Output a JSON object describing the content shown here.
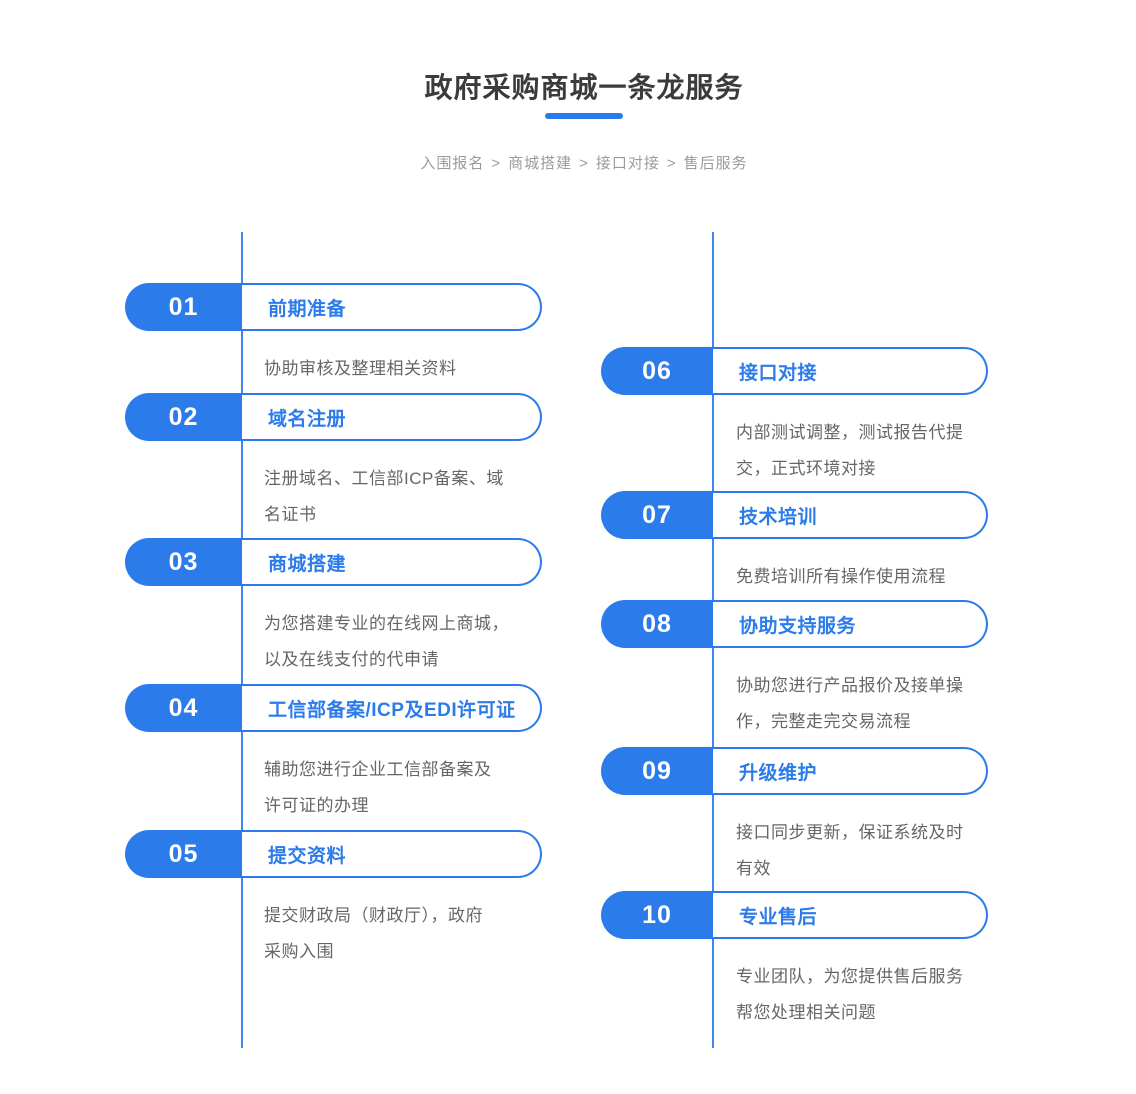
{
  "header": {
    "title": "政府采购商城一条龙服务",
    "breadcrumb_items": [
      "入围报名",
      "商城搭建",
      "接口对接",
      "售后服务"
    ],
    "breadcrumb_separator": ">"
  },
  "colors": {
    "primary_blue": "#2b7cea",
    "timeline_blue": "#3f87f0",
    "title_text": "#3b3b3b",
    "description_text": "#666666",
    "breadcrumb_text": "#9b9b9b",
    "step_number_text": "#ffffff"
  },
  "steps": [
    {
      "number": "01",
      "title": "前期准备",
      "description": "协助审核及整理相关资料",
      "column": "left"
    },
    {
      "number": "02",
      "title": "域名注册",
      "description": "注册域名、工信部ICP备案、域\n名证书",
      "column": "left"
    },
    {
      "number": "03",
      "title": "商城搭建",
      "description": "为您搭建专业的在线网上商城，\n以及在线支付的代申请",
      "column": "left"
    },
    {
      "number": "04",
      "title": "工信部备案/ICP及EDI许可证",
      "description": "辅助您进行企业工信部备案及\n许可证的办理",
      "column": "left"
    },
    {
      "number": "05",
      "title": "提交资料",
      "description": "提交财政局（财政厅），政府\n采购入围",
      "column": "left"
    },
    {
      "number": "06",
      "title": "接口对接",
      "description": "内部测试调整，测试报告代提\n交，正式环境对接",
      "column": "right"
    },
    {
      "number": "07",
      "title": "技术培训",
      "description": "免费培训所有操作使用流程",
      "column": "right"
    },
    {
      "number": "08",
      "title": "协助支持服务",
      "description": "协助您进行产品报价及接单操\n作，完整走完交易流程",
      "column": "right"
    },
    {
      "number": "09",
      "title": "升级维护",
      "description": "接口同步更新，保证系统及时\n有效",
      "column": "right"
    },
    {
      "number": "10",
      "title": "专业售后",
      "description": "专业团队，为您提供售后服务\n帮您处理相关问题",
      "column": "right"
    }
  ]
}
